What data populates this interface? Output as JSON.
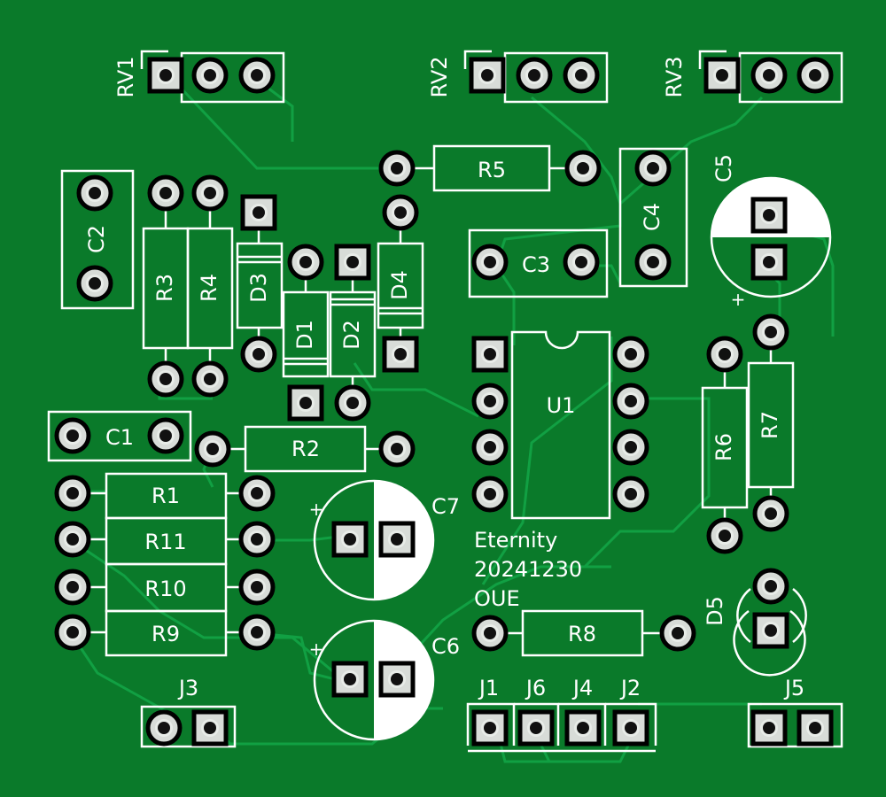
{
  "board": {
    "colors": {
      "pcb": "#0a7a2a",
      "copper": "#11a043",
      "silkscreen": "#ffffff",
      "pad": "#d8dcd8"
    },
    "labels": {
      "RV1": "RV1",
      "RV2": "RV2",
      "RV3": "RV3",
      "R1": "R1",
      "R2": "R2",
      "R3": "R3",
      "R4": "R4",
      "R5": "R5",
      "R6": "R6",
      "R7": "R7",
      "R8": "R8",
      "R9": "R9",
      "R10": "R10",
      "R11": "R11",
      "C1": "C1",
      "C2": "C2",
      "C3": "C3",
      "C4": "C4",
      "C5": "C5",
      "C6": "C6",
      "C7": "C7",
      "D1": "D1",
      "D2": "D2",
      "D3": "D3",
      "D4": "D4",
      "D5": "D5",
      "U1": "U1",
      "J1": "J1",
      "J2": "J2",
      "J3": "J3",
      "J4": "J4",
      "J5": "J5",
      "J6": "J6",
      "plus": "+"
    },
    "title": {
      "line1": "Eternity",
      "line2": "20241230",
      "line3": "OUE"
    }
  }
}
